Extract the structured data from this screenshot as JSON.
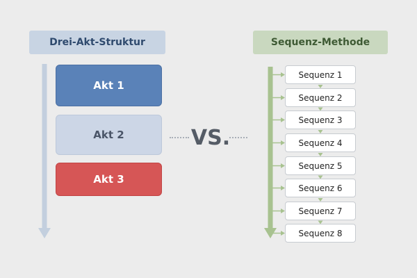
{
  "left": {
    "header": "Drei-Akt-Struktur",
    "acts": [
      "Akt 1",
      "Akt 2",
      "Akt 3"
    ]
  },
  "vs_label": "VS.",
  "right": {
    "header": "Sequenz-Methode",
    "sequences": [
      "Sequenz 1",
      "Sequenz 2",
      "Sequenz 3",
      "Sequenz 4",
      "Sequenz 5",
      "Sequenz 6",
      "Sequenz 7",
      "Sequenz 8"
    ]
  },
  "colors": {
    "left_accent": "#5a82b8",
    "act3": "#d65656",
    "right_accent": "#a8c290"
  }
}
